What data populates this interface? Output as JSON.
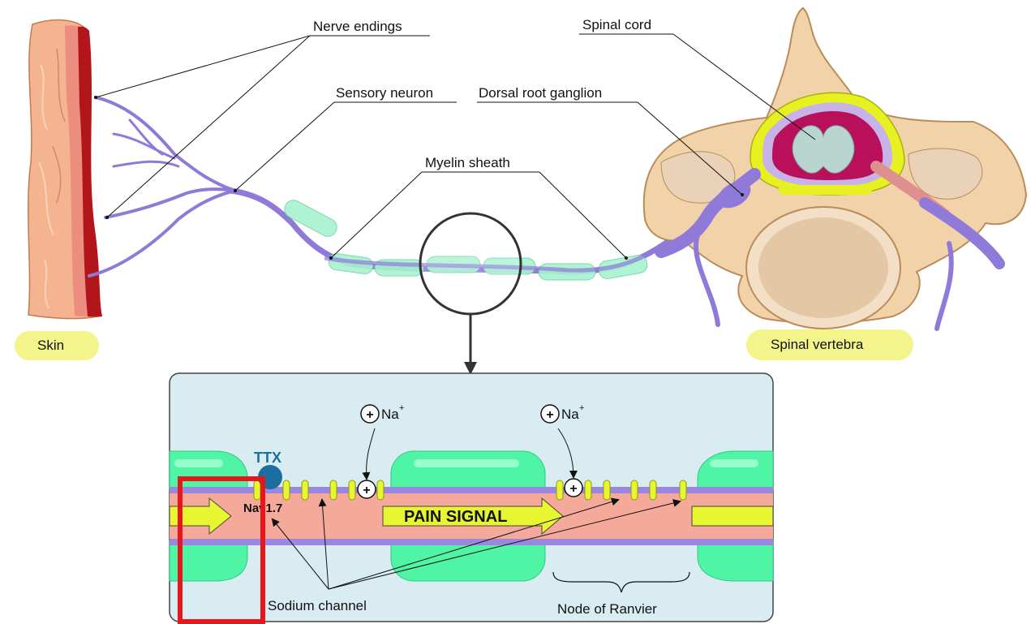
{
  "labels": {
    "nerve_endings": "Nerve endings",
    "sensory_neuron": "Sensory neuron",
    "myelin_sheath": "Myelin sheath",
    "spinal_cord": "Spinal cord",
    "dorsal_root_ganglion": "Dorsal root ganglion",
    "skin": "Skin",
    "spinal_vertebra": "Spinal vertebra"
  },
  "inset": {
    "ttx": "TTX",
    "na": "Na",
    "na_charge": "+",
    "nav": "Nav1.7",
    "pain_signal": "PAIN SIGNAL",
    "sodium_channel": "Sodium channel",
    "node_of_ranvier": "Node of Ranvier"
  },
  "colors": {
    "axon": "#f5a99a",
    "myelin": "#4ff5a4",
    "membrane": "#9b86e0",
    "channel": "#e8f531",
    "ttx": "#1a6fa0",
    "highlight_box": "#e8151b",
    "inset_bg": "#d9ecf1",
    "pill": "#f3f58a",
    "neuron": "#8f7ad9"
  }
}
